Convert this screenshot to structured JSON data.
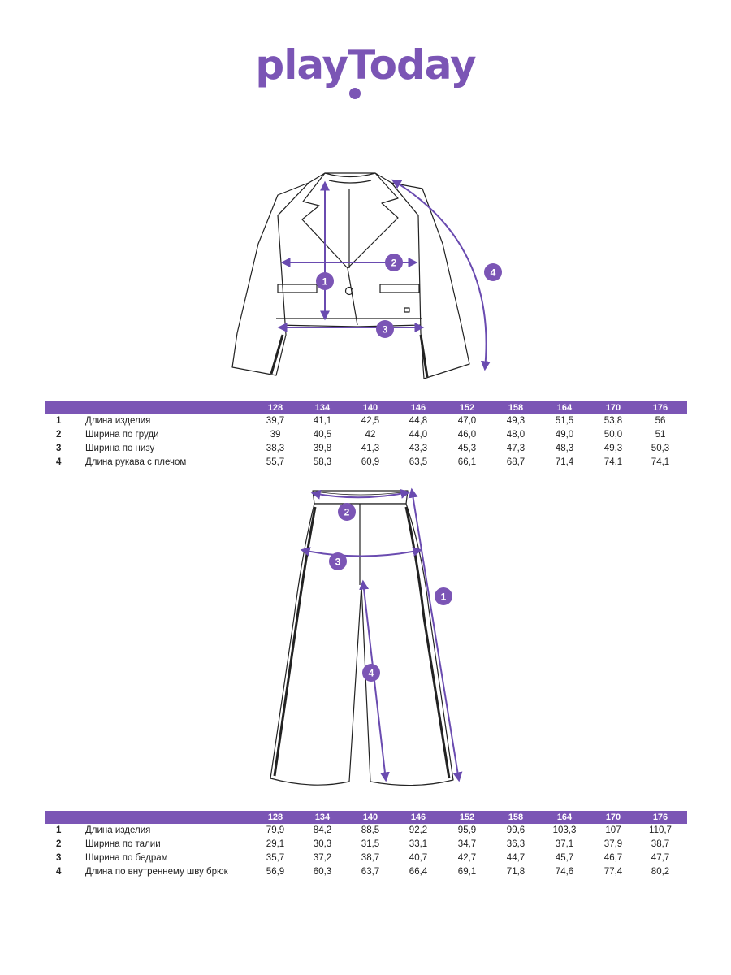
{
  "brand": {
    "logo": "playToday",
    "accent": "#7b55b5"
  },
  "sizes": [
    "128",
    "134",
    "140",
    "146",
    "152",
    "158",
    "164",
    "170",
    "176"
  ],
  "jacket": {
    "markers": [
      "1",
      "2",
      "3",
      "4"
    ],
    "rows": [
      {
        "num": "1",
        "label": "Длина изделия",
        "values": [
          "39,7",
          "41,1",
          "42,5",
          "44,8",
          "47,0",
          "49,3",
          "51,5",
          "53,8",
          "56"
        ]
      },
      {
        "num": "2",
        "label": "Ширина по груди",
        "values": [
          "39",
          "40,5",
          "42",
          "44,0",
          "46,0",
          "48,0",
          "49,0",
          "50,0",
          "51"
        ]
      },
      {
        "num": "3",
        "label": "Ширина по низу",
        "values": [
          "38,3",
          "39,8",
          "41,3",
          "43,3",
          "45,3",
          "47,3",
          "48,3",
          "49,3",
          "50,3"
        ]
      },
      {
        "num": "4",
        "label": "Длина рукава с плечом",
        "values": [
          "55,7",
          "58,3",
          "60,9",
          "63,5",
          "66,1",
          "68,7",
          "71,4",
          "74,1",
          "74,1"
        ]
      }
    ]
  },
  "pants": {
    "markers": [
      "1",
      "2",
      "3",
      "4"
    ],
    "rows": [
      {
        "num": "1",
        "label": "Длина изделия",
        "values": [
          "79,9",
          "84,2",
          "88,5",
          "92,2",
          "95,9",
          "99,6",
          "103,3",
          "107",
          "110,7"
        ]
      },
      {
        "num": "2",
        "label": "Ширина по талии",
        "values": [
          "29,1",
          "30,3",
          "31,5",
          "33,1",
          "34,7",
          "36,3",
          "37,1",
          "37,9",
          "38,7"
        ]
      },
      {
        "num": "3",
        "label": "Ширина по бедрам",
        "values": [
          "35,7",
          "37,2",
          "38,7",
          "40,7",
          "42,7",
          "44,7",
          "45,7",
          "46,7",
          "47,7"
        ]
      },
      {
        "num": "4",
        "label": "Длина по внутреннему шву брюк",
        "values": [
          "56,9",
          "60,3",
          "63,7",
          "66,4",
          "69,1",
          "71,8",
          "74,6",
          "77,4",
          "80,2"
        ]
      }
    ]
  }
}
